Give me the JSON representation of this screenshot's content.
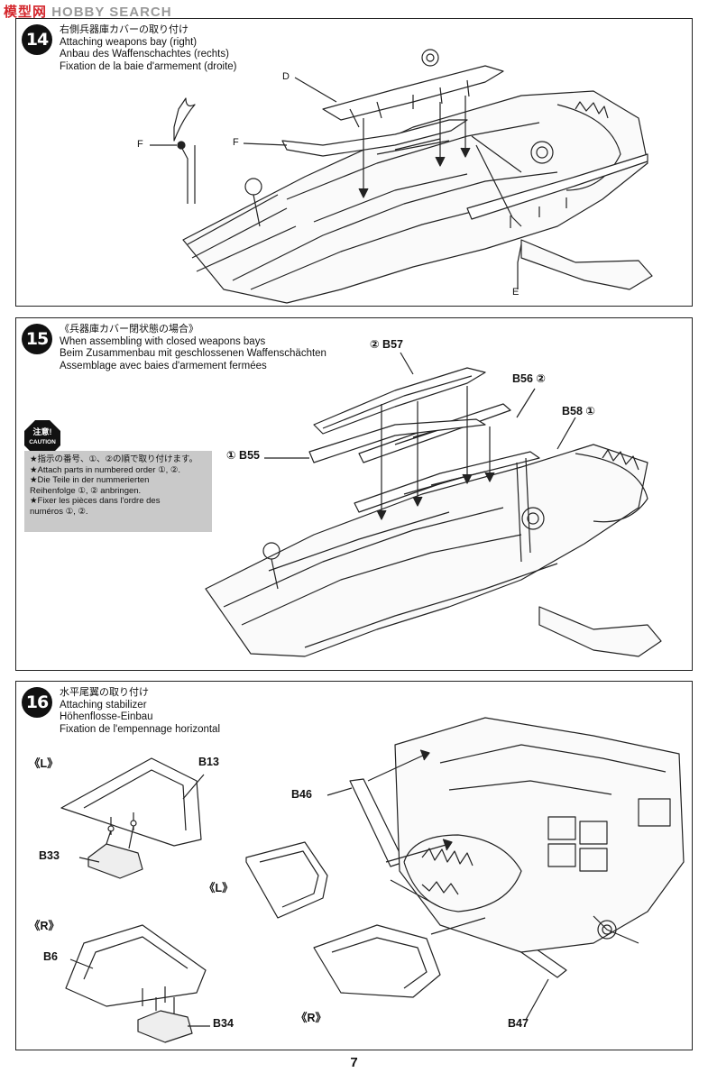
{
  "watermark": {
    "cn": "模型网",
    "en": "HOBBY SEARCH"
  },
  "steps": [
    {
      "number": "14",
      "title_jp": "右側兵器庫カバーの取り付け",
      "title_en": "Attaching weapons bay (right)",
      "title_de": "Anbau des Waffenschachtes (rechts)",
      "title_fr": "Fixation de la baie d'armement (droite)",
      "labels": {
        "d": "D",
        "f1": "F",
        "f2": "F",
        "e": "E"
      }
    },
    {
      "number": "15",
      "title_jp": "《兵器庫カバー閉状態の場合》",
      "title_en": "When assembling with closed weapons bays",
      "title_de": "Beim Zusammenbau mit geschlossenen Waffenschächten",
      "title_fr": "Assemblage avec baies d'armement fermées",
      "caution": {
        "badge_jp": "注意!",
        "badge_en": "CAUTION",
        "lines": [
          "★指示の番号、①、②の順で取り付けます。",
          "★Attach parts in numbered order ①, ②.",
          "★Die Teile in der nummerierten",
          "Reihenfolge ①, ② anbringen.",
          "★Fixer les pièces dans l'ordre des",
          "numéros ①, ②."
        ]
      },
      "labels": {
        "b57": "② B57",
        "b56": "B56 ②",
        "b58": "B58 ①",
        "b55": "① B55"
      }
    },
    {
      "number": "16",
      "title_jp": "水平尾翼の取り付け",
      "title_en": "Attaching stabilizer",
      "title_de": "Höhenflosse-Einbau",
      "title_fr": "Fixation de l'empennage horizontal",
      "labels": {
        "left_top": "《L》",
        "right_side": "《R》",
        "left_mid": "《L》",
        "right_bottom": "《R》",
        "b13": "B13",
        "b33": "B33",
        "b6": "B6",
        "b34": "B34",
        "b46": "B46",
        "b47": "B47"
      }
    }
  ],
  "page_number": "7"
}
